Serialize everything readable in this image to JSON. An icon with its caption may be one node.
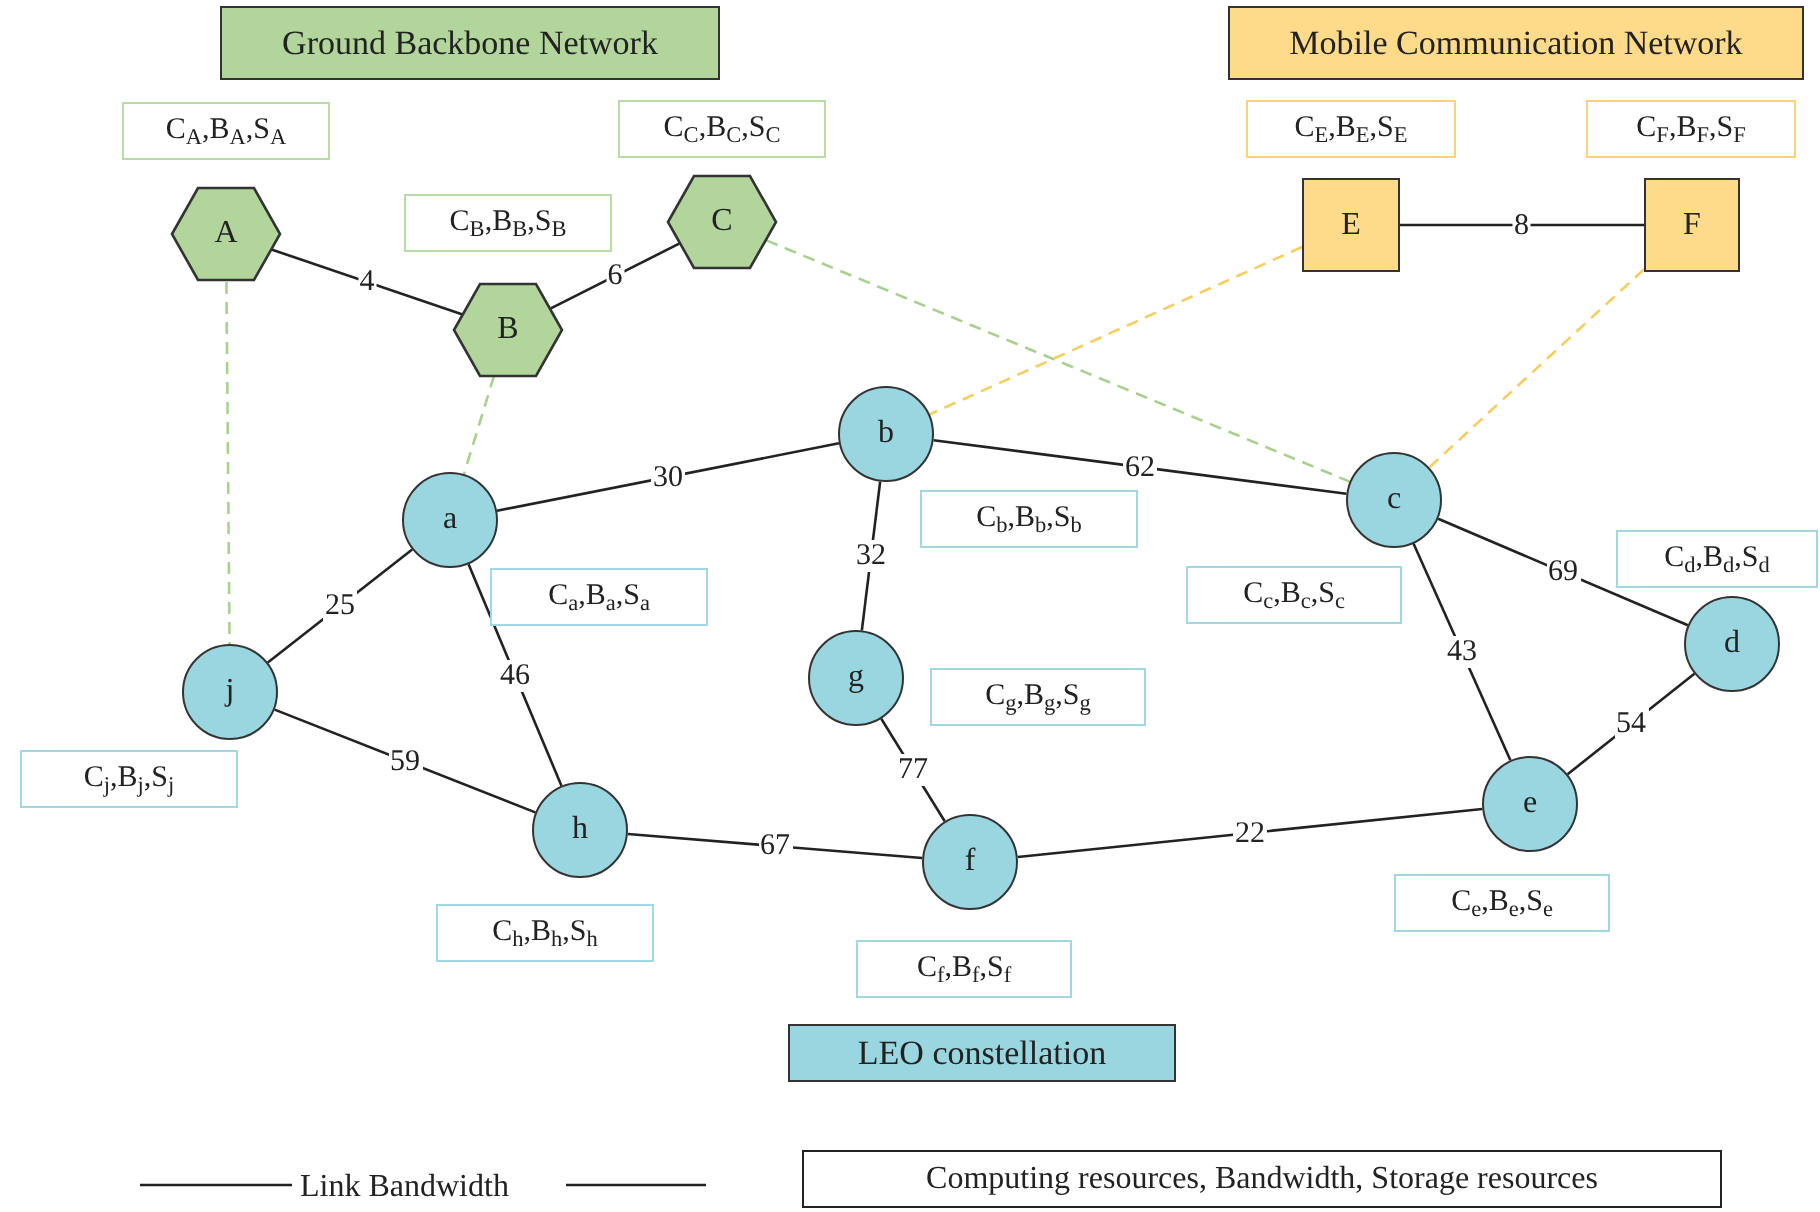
{
  "diagram": {
    "nodes": [
      {
        "text": [
          "Ground Backbone Network"
        ]
      },
      {
        "text": [
          "Mobile Communication Network"
        ]
      },
      {
        "text": [
          "C$_{A}$,B$_{A}$,S$_{A}$"
        ]
      },
      {
        "text": [
          "C$_{C}$,B$_{C}$,S$_{C}$"
        ]
      },
      {
        "text": [
          "C$_{E}$,B$_{E}$,S$_{E}$"
        ]
      },
      {
        "text": [
          "C$_{F}$,B$_{F}$,S$_{F}$"
        ]
      },
      {
        "text": [
          "A"
        ]
      },
      {
        "text": [
          "C$_{B}$,B$_{B}$,S$_{B}$"
        ]
      },
      {
        "text": [
          "C"
        ]
      },
      {
        "text": [
          "E"
        ]
      },
      {
        "text": [
          "F"
        ]
      },
      {
        "text": [
          "B"
        ]
      },
      {
        "text": [
          "b"
        ]
      },
      {
        "text": [
          "c"
        ]
      },
      {
        "text": [
          "a"
        ]
      },
      {
        "text": [
          "C$_{b}$,B$_{b}$,S$_{b}$"
        ]
      },
      {
        "text": [
          "C$_{d}$,B$_{d}$,S$_{d}$"
        ]
      },
      {
        "text": [
          "C$_{a}$,B$_{a}$,S$_{a}$"
        ]
      },
      {
        "text": [
          "C$_{c}$,B$_{c}$,S$_{c}$"
        ]
      },
      {
        "text": [
          "d"
        ]
      },
      {
        "text": [
          "j"
        ]
      },
      {
        "text": [
          "g"
        ]
      },
      {
        "text": [
          "C$_{g}$,B$_{g}$,S$_{g}$"
        ]
      },
      {
        "text": [
          "C$_{j}$,B$_{j}$,S$_{j}$"
        ]
      },
      {
        "text": [
          "e"
        ]
      },
      {
        "text": [
          "h"
        ]
      },
      {
        "text": [
          "f"
        ]
      },
      {
        "text": [
          "C$_{h}$,B$_{h}$,S$_{h}$"
        ]
      },
      {
        "text": [
          "C$_{e}$,B$_{e}$,S$_{e}$"
        ]
      },
      {
        "text": [
          "C$_{f}$,B$_{f}$,S$_{f}$"
        ]
      },
      {
        "text": [
          "LEO constellation"
        ]
      }
    ],
    "edges": [
      {
        "from": 6,
        "to": 11,
        "arrow": "none",
        "label": "4"
      },
      {
        "from": 11,
        "to": 8,
        "arrow": "none",
        "label": "6"
      },
      {
        "from": 9,
        "to": 10,
        "arrow": "none",
        "label": "8"
      },
      {
        "from": 6,
        "to": 20,
        "arrow": "none",
        "style": "dashed",
        "color": "#a9d18e"
      },
      {
        "from": 11,
        "to": 14,
        "arrow": "none",
        "style": "dashed",
        "color": "#a9d18e"
      },
      {
        "from": 8,
        "to": 13,
        "arrow": "none",
        "style": "dashed",
        "color": "#a9d18e"
      },
      {
        "from": 9,
        "to": 12,
        "arrow": "none",
        "style": "dashed",
        "color": "#f8cd5e"
      },
      {
        "from": 10,
        "to": 13,
        "arrow": "none",
        "style": "dashed",
        "color": "#f8cd5e"
      },
      {
        "from": 14,
        "to": 12,
        "arrow": "none",
        "label": "30"
      },
      {
        "from": 12,
        "to": 13,
        "arrow": "none",
        "label": "62"
      },
      {
        "from": 12,
        "to": 21,
        "arrow": "none",
        "label": "32"
      },
      {
        "from": 14,
        "to": 20,
        "arrow": "none",
        "label": "25"
      },
      {
        "from": 14,
        "to": 25,
        "arrow": "none",
        "label": "46"
      },
      {
        "from": 20,
        "to": 25,
        "arrow": "none",
        "label": "59"
      },
      {
        "from": 21,
        "to": 26,
        "arrow": "none",
        "label": "77"
      },
      {
        "from": 25,
        "to": 26,
        "arrow": "none",
        "label": "67"
      },
      {
        "from": 26,
        "to": 24,
        "arrow": "none",
        "label": "22"
      },
      {
        "from": 13,
        "to": 19,
        "arrow": "none",
        "label": "69"
      },
      {
        "from": 13,
        "to": 24,
        "arrow": "none",
        "label": "43"
      },
      {
        "from": 24,
        "to": 19,
        "arrow": "none",
        "label": "54"
      }
    ],
    "legend": [
      {
        "text": "Link Bandwidth"
      },
      {
        "text": "Computing resources, Bandwidth, Storage resources"
      }
    ]
  }
}
